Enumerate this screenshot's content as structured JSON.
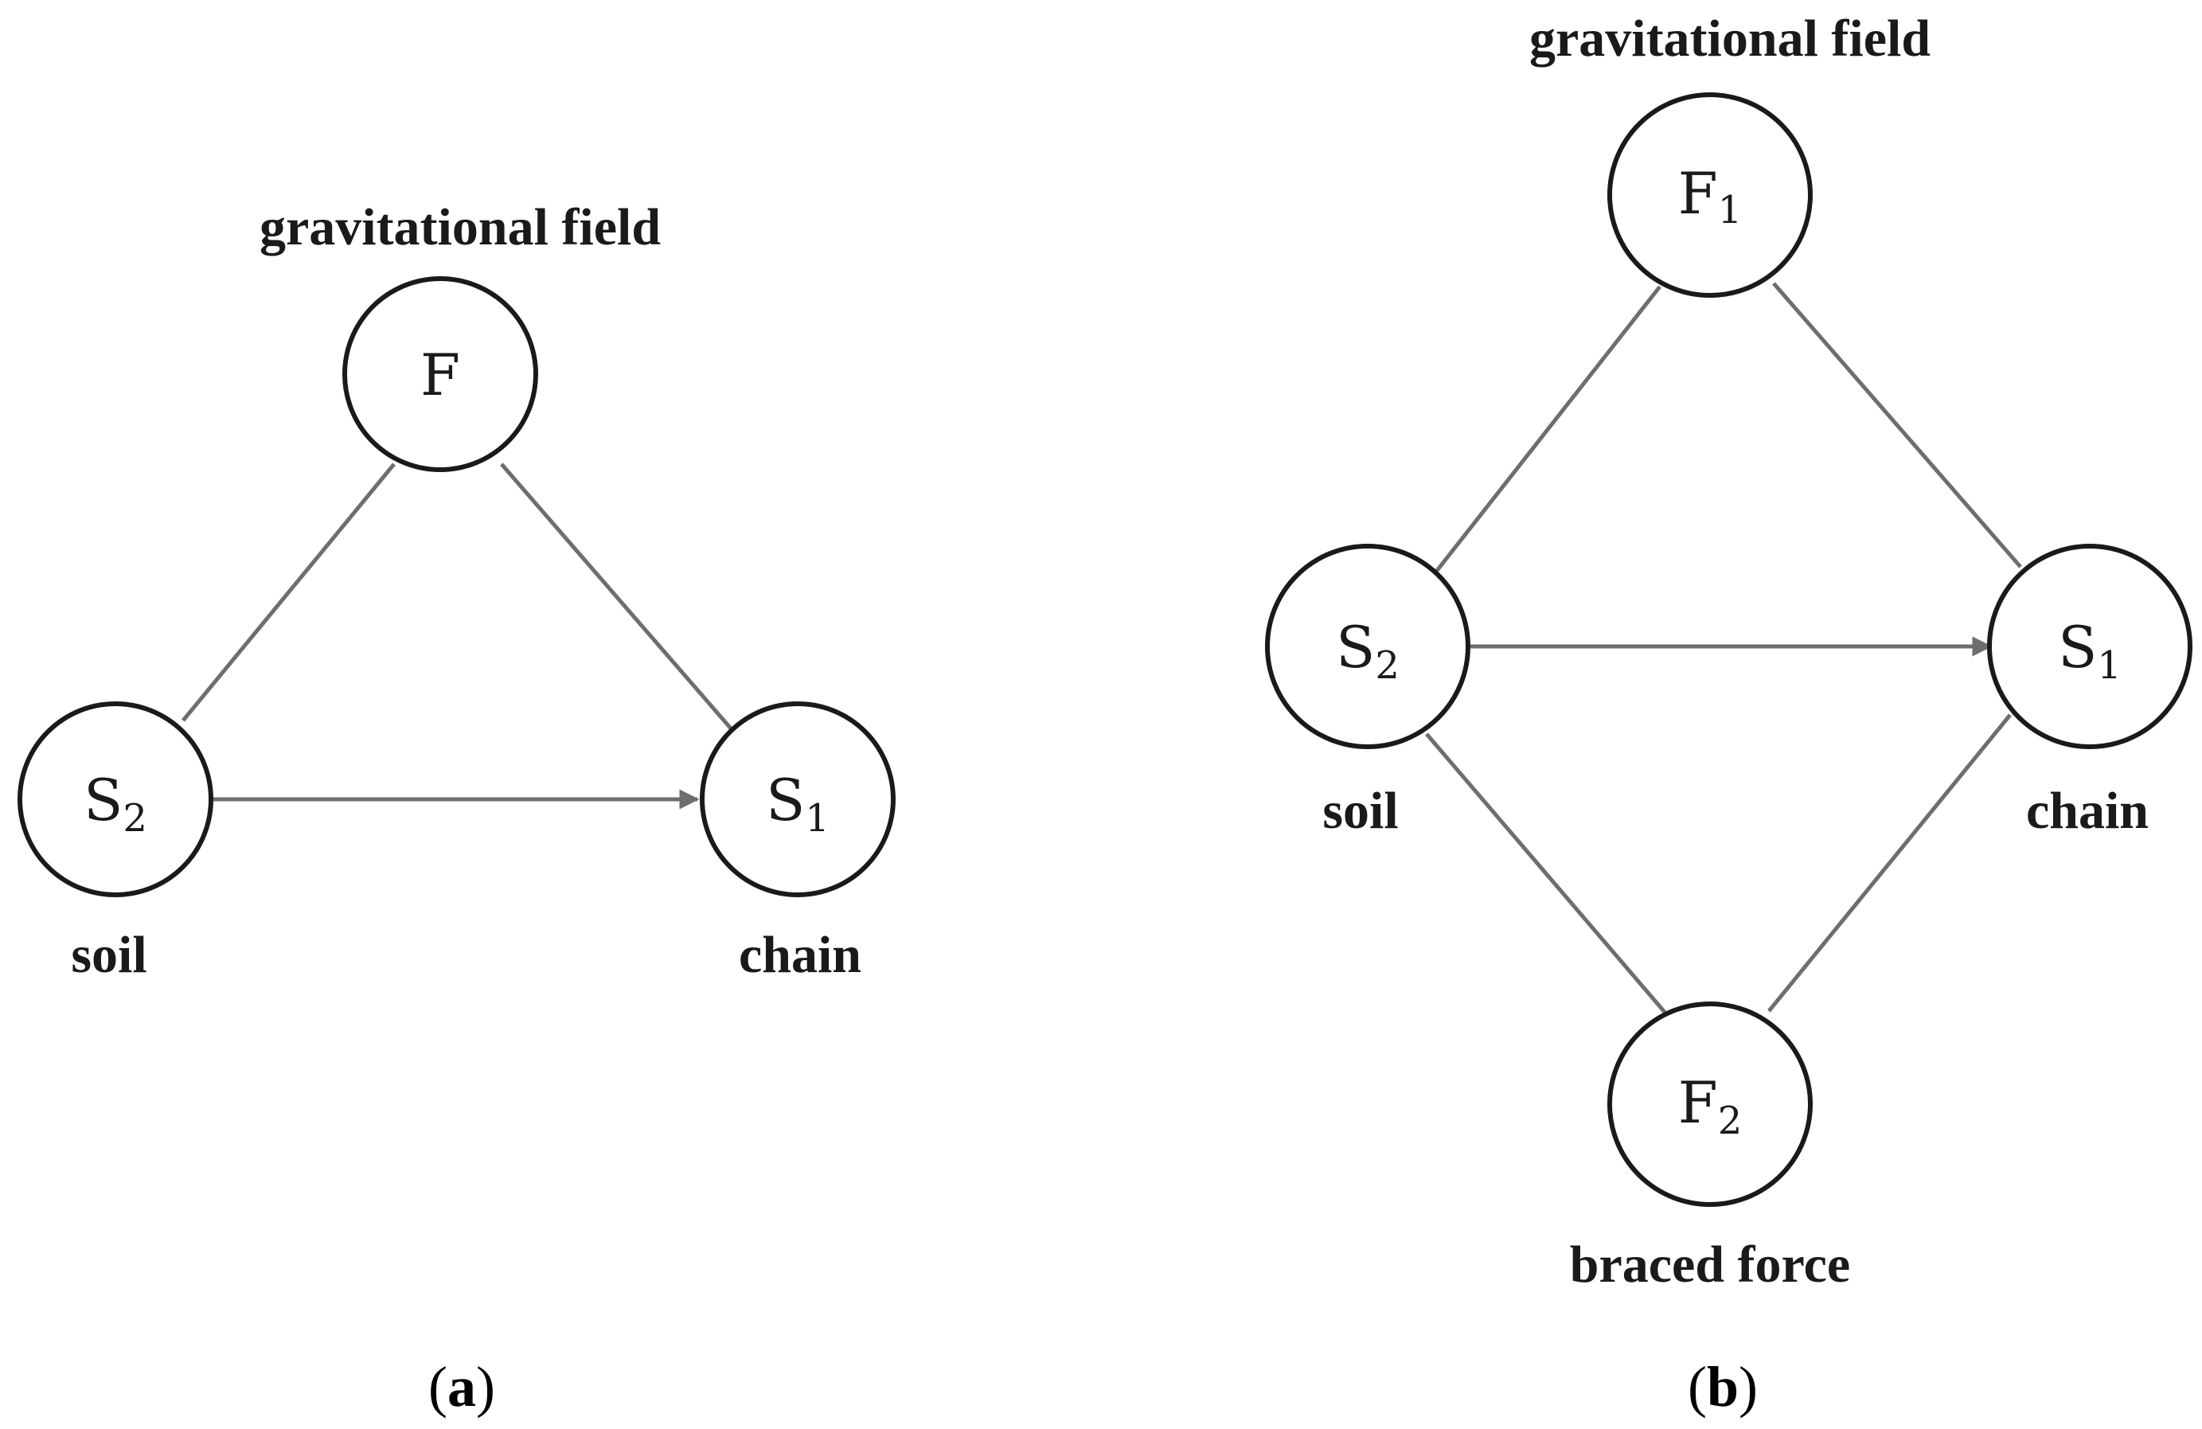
{
  "panel_a": {
    "node_f": "F",
    "node_s2_main": "S",
    "node_s2_sub": "2",
    "node_s1_main": "S",
    "node_s1_sub": "1",
    "label_top": "gravitational field",
    "label_left": "soil",
    "label_right": "chain",
    "caption_open": "(",
    "caption_letter": "a",
    "caption_close": ")"
  },
  "panel_b": {
    "node_f1_main": "F",
    "node_f1_sub": "1",
    "node_s2_main": "S",
    "node_s2_sub": "2",
    "node_s1_main": "S",
    "node_s1_sub": "1",
    "node_f2_main": "F",
    "node_f2_sub": "2",
    "label_top": "gravitational field",
    "label_left": "soil",
    "label_right": "chain",
    "label_bottom": "braced force",
    "caption_open": "(",
    "caption_letter": "b",
    "caption_close": ")"
  },
  "colors": {
    "edge": "#6e6e6e",
    "node_stroke": "#1a1a1a",
    "text": "#1a1a1a"
  }
}
